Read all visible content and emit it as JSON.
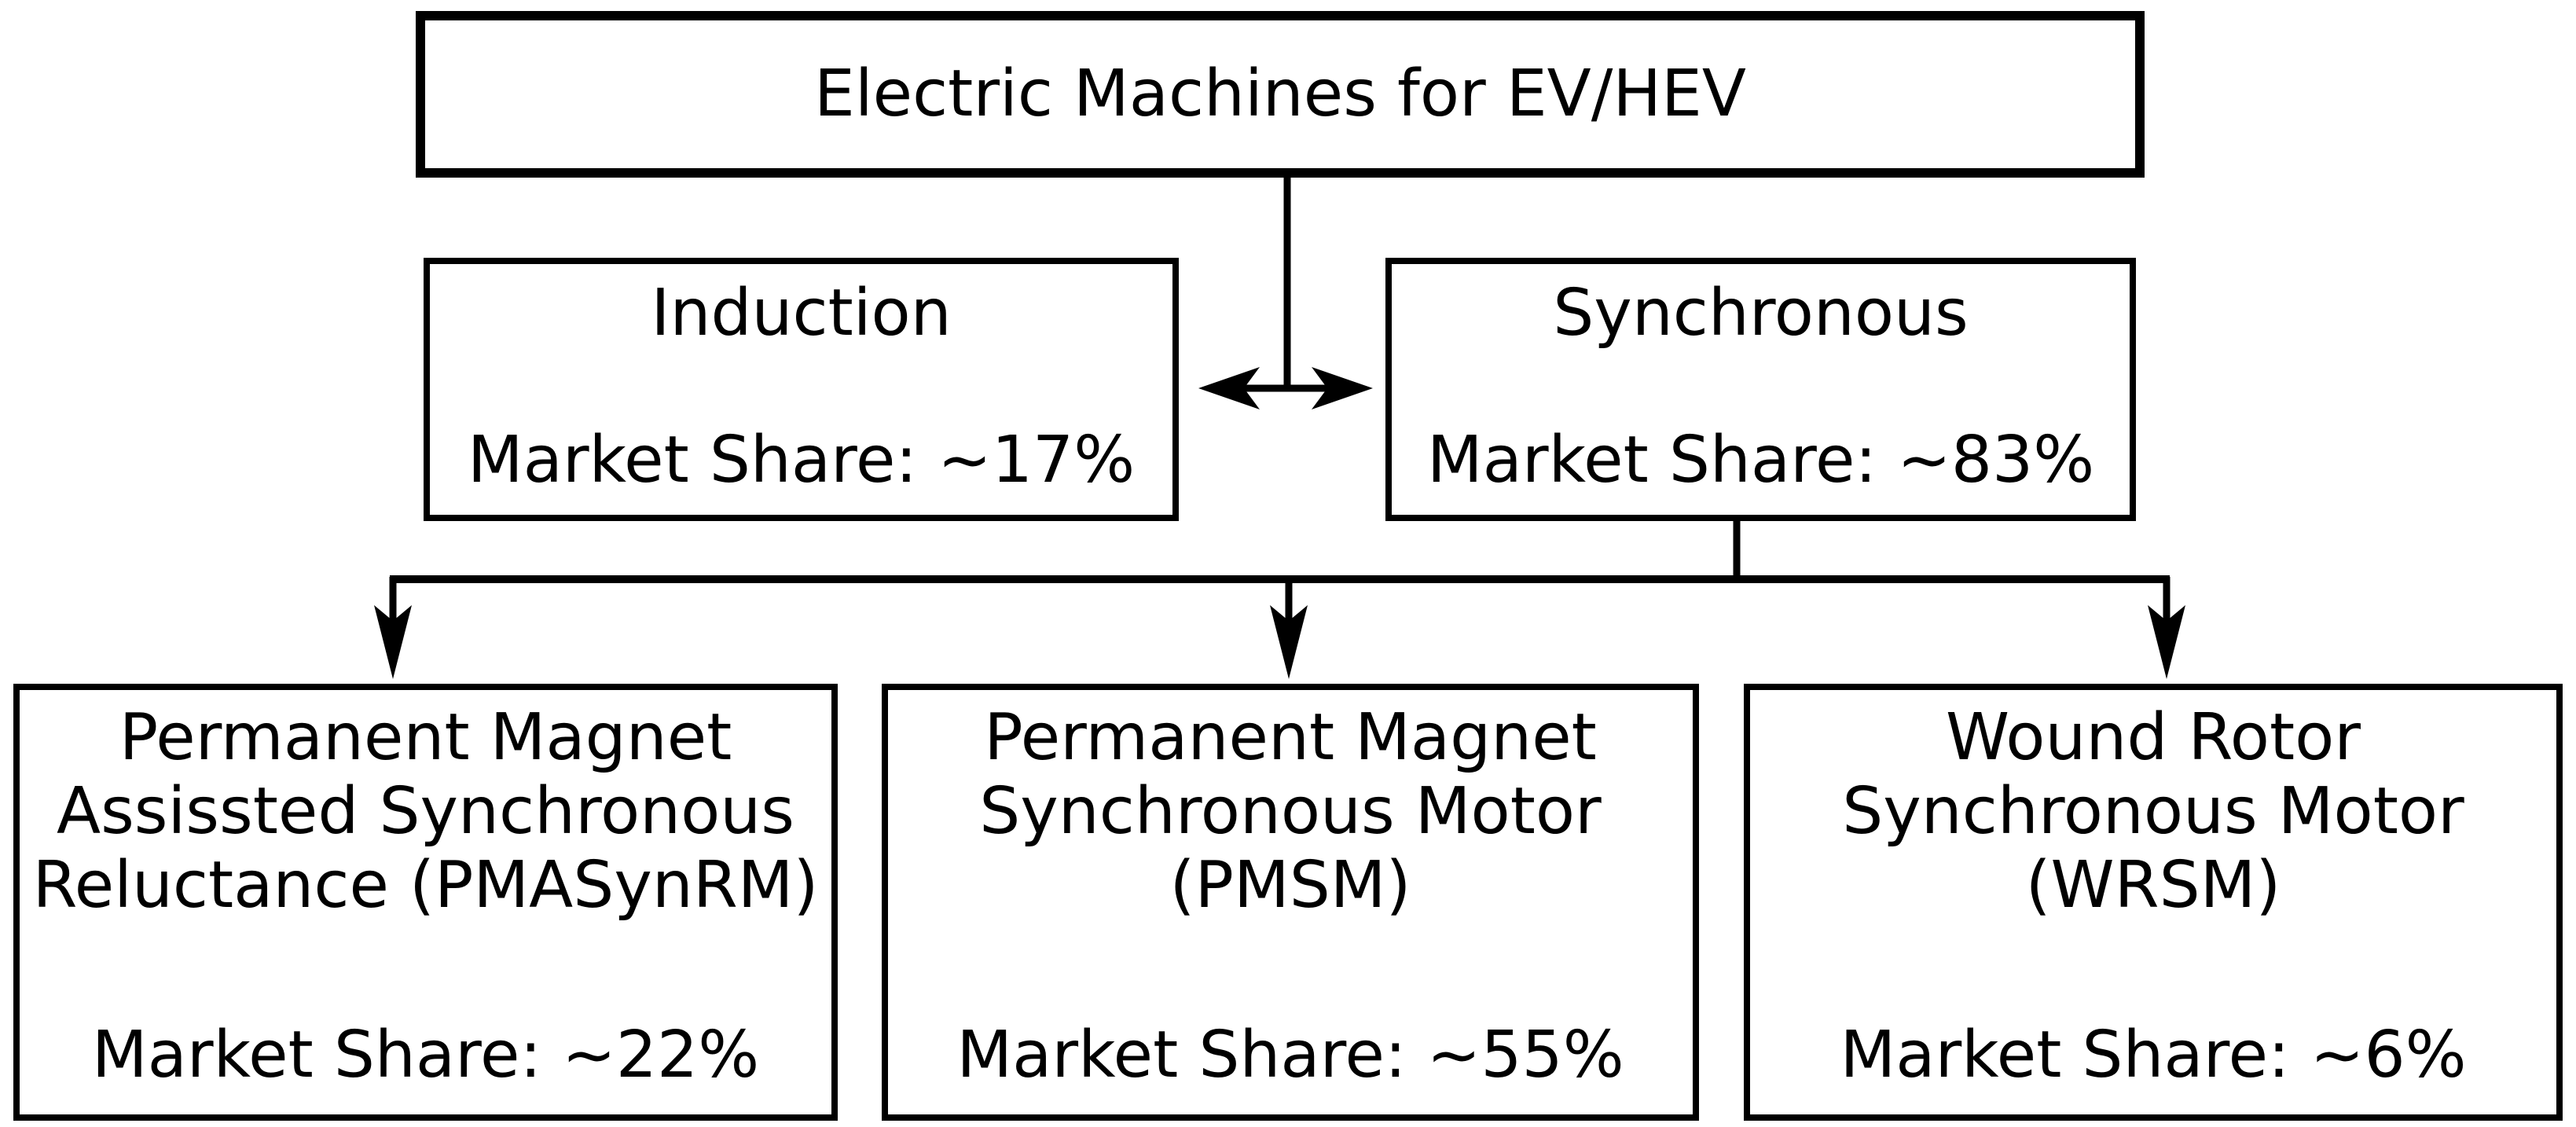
{
  "diagram": {
    "background": "#ffffff",
    "line_color": "#000000",
    "root": {
      "title": "Electric Machines for EV/HEV"
    },
    "level2": [
      {
        "title": "Induction",
        "market_share": "Market Share: ~17%"
      },
      {
        "title": "Synchronous",
        "market_share": "Market Share: ~83%"
      }
    ],
    "level3": [
      {
        "title": "Permanent Magnet\nAssissted Synchronous\nReluctance (PMASynRM)",
        "market_share": "Market Share: ~22%"
      },
      {
        "title": "Permanent Magnet\nSynchronous Motor\n(PMSM)",
        "market_share": "Market Share: ~55%"
      },
      {
        "title": "Wound Rotor\nSynchronous Motor\n(WRSM)",
        "market_share": "Market Share: ~6%"
      }
    ]
  }
}
